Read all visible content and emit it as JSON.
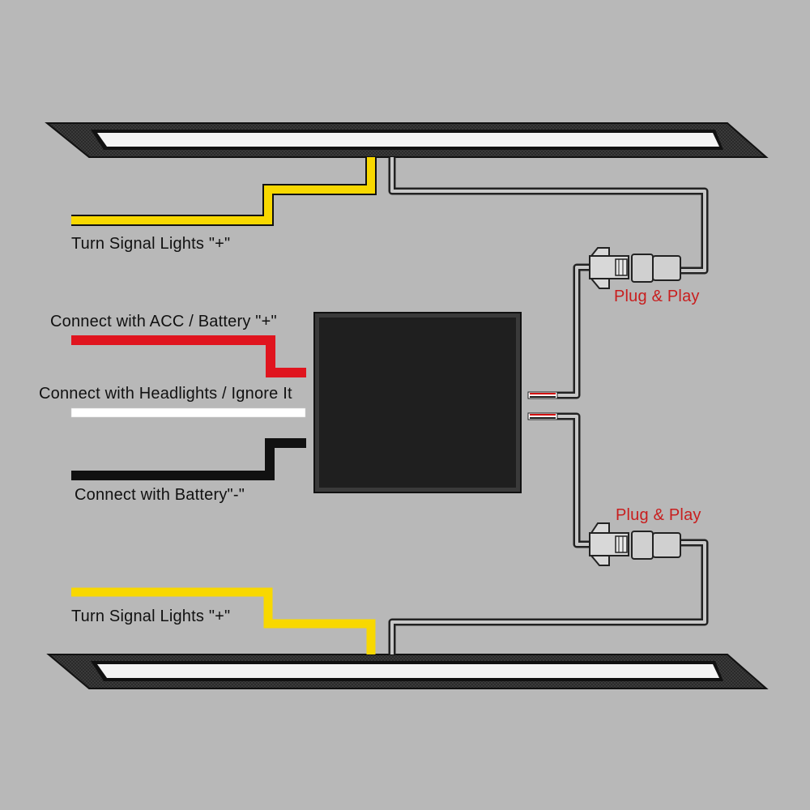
{
  "colors": {
    "background": "#b8b8b8",
    "turn_wire": "#f8d800",
    "acc_wire": "#e0141e",
    "headlight_wire": "#ffffff",
    "ground_wire": "#111111",
    "module": "#1f1f1f",
    "led_bar_frame": "#252525",
    "led_bar_light": "#f4f4f4",
    "plug_label": "#c81e1e"
  },
  "labels": {
    "turn_signal_top": "Turn Signal Lights \"+\"",
    "acc_battery": "Connect with  ACC / Battery \"+\"",
    "headlights": "Connect with Headlights / Ignore It",
    "battery_negative": "Connect with Battery\"-\"",
    "turn_signal_bottom": "Turn Signal Lights \"+\"",
    "plug_top": "Plug & Play",
    "plug_bottom": "Plug & Play"
  },
  "components": {
    "led_bars": [
      "top-led-bar",
      "bottom-led-bar"
    ],
    "control_module": "control-module",
    "connectors": [
      "connector-top",
      "connector-bottom"
    ]
  }
}
